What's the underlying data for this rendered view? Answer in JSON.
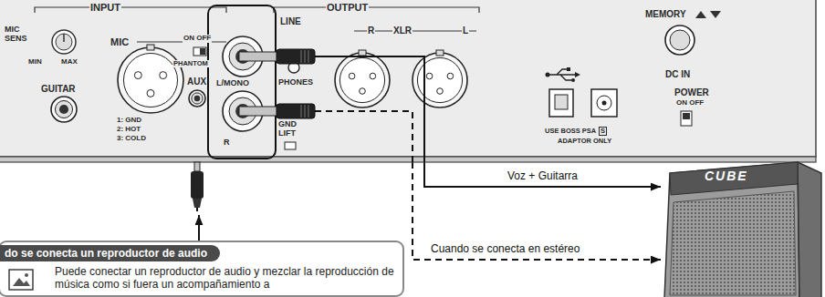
{
  "diagram": {
    "nodes": [
      {
        "text": [
          "INPUT",
          "MIC SENS",
          "MIN",
          "MAX",
          "MIC",
          "ON OFF",
          "PHANTOM",
          "GUITAR",
          "1: GND",
          "2: HOT",
          "3: COLD",
          "AUX",
          "LINE",
          "OUTPUT",
          "L/MONO",
          "R",
          "PHONES",
          "GND LIFT",
          "R",
          "XLR",
          "L",
          "MEMORY",
          "DC IN",
          "POWER",
          "ON OFF",
          "USE BOSS PSA",
          "S",
          "ADAPTOR ONLY"
        ]
      },
      {
        "text": [
          "CUBE"
        ]
      },
      {
        "text": [
          "do se conecta un reproductor de audio",
          "Puede conectar un reproductor de audio y mezclar la reproducción de música como si fuera un acompañamiento a"
        ]
      }
    ],
    "edges": [
      {
        "from": 0,
        "to": 1,
        "label": "Voz + Guitarra",
        "arrow": "to"
      },
      {
        "from": 0,
        "to": 1,
        "label": "Cuando se conecta en estéreo",
        "arrow": "to"
      },
      {
        "from": 2,
        "to": 0,
        "arrow": "to"
      }
    ]
  }
}
